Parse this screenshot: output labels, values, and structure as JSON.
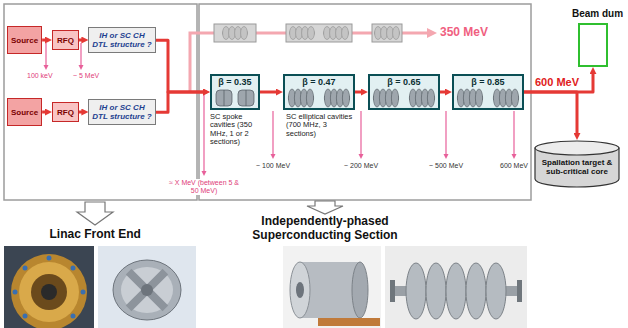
{
  "diagram": {
    "nodes": [
      {
        "text": [
          "Source"
        ]
      },
      {
        "text": [
          "RFQ"
        ]
      },
      {
        "text": [
          "IH or SC CH DTL structure ?"
        ]
      },
      {
        "text": [
          "Source"
        ]
      },
      {
        "text": [
          "RFQ"
        ]
      },
      {
        "text": [
          "IH or SC CH DTL structure ?"
        ]
      },
      {
        "text": [
          "β = 0.35"
        ]
      },
      {
        "text": [
          "β = 0.47"
        ]
      },
      {
        "text": [
          "β = 0.65"
        ]
      },
      {
        "text": [
          "β = 0.85"
        ]
      },
      {
        "text": [
          "Beam dum"
        ]
      },
      {
        "text": [
          "Spallation target & sub-critical core"
        ]
      }
    ],
    "edges": [
      {
        "from": 0,
        "to": 1,
        "arrow": "to"
      },
      {
        "from": 1,
        "to": 2,
        "arrow": "to"
      },
      {
        "from": 3,
        "to": 4,
        "arrow": "to"
      },
      {
        "from": 4,
        "to": 5,
        "arrow": "to"
      },
      {
        "from": 2,
        "to": 6,
        "arrow": "to"
      },
      {
        "from": 5,
        "to": 6,
        "arrow": "to"
      },
      {
        "from": 6,
        "to": 7,
        "arrow": "to"
      },
      {
        "from": 7,
        "to": 8,
        "arrow": "to"
      },
      {
        "from": 8,
        "to": 9,
        "arrow": "to"
      },
      {
        "from": 9,
        "to": 10,
        "label": "600 MeV",
        "arrow": "to"
      },
      {
        "from": 9,
        "to": 11,
        "arrow": "to"
      }
    ],
    "labels": [
      "100 keV",
      "~ 5 MeV",
      "≈ X MeV (between 5 & 50 MeV)",
      "350 MeV",
      "SC spoke cavities (350 MHz, 1 or 2 sections)",
      "SC elliptical cavities (700 MHz, 3 sections)",
      "~ 100 MeV",
      "~ 200 MeV",
      "~ 500 MeV",
      "600 MeV",
      "Linac Front End",
      "Independently-phased Superconducting Section"
    ]
  }
}
